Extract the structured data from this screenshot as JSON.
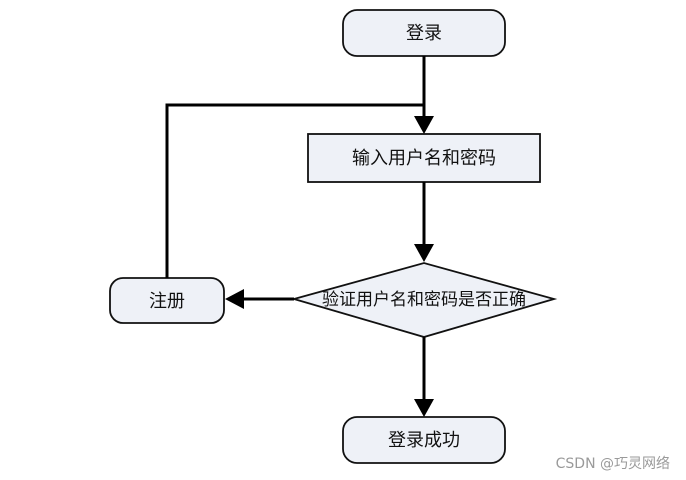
{
  "nodes": {
    "login": {
      "label": "登录"
    },
    "input_credentials": {
      "label": "输入用户名和密码"
    },
    "verify_credentials": {
      "label": "验证用户名和密码是否正确"
    },
    "register": {
      "label": "注册"
    },
    "login_success": {
      "label": "登录成功"
    }
  },
  "watermark": {
    "text": "CSDN @巧灵网络"
  }
}
